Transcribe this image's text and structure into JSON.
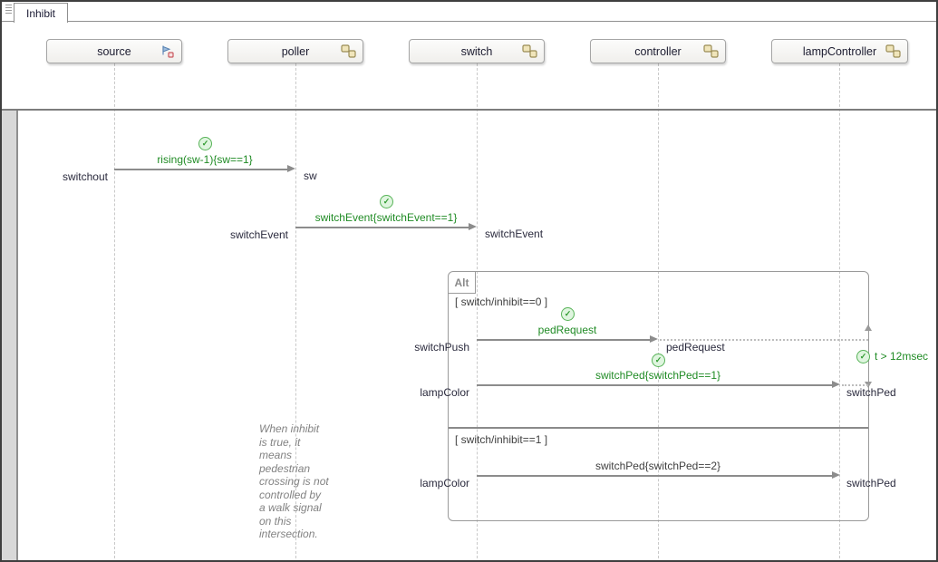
{
  "tab": {
    "title": "Inhibit"
  },
  "lifelines": [
    {
      "name": "source",
      "icon": "source-block-icon"
    },
    {
      "name": "poller",
      "icon": "subsystem-icon"
    },
    {
      "name": "switch",
      "icon": "subsystem-icon"
    },
    {
      "name": "controller",
      "icon": "subsystem-icon"
    },
    {
      "name": "lampController",
      "icon": "subsystem-icon"
    }
  ],
  "messages": [
    {
      "label": "rising(sw-1){sw==1}",
      "from": "source",
      "to": "poller",
      "source_event": "switchout",
      "target_event": "sw",
      "status": "pass"
    },
    {
      "label": "switchEvent{switchEvent==1}",
      "from": "poller",
      "to": "switch",
      "source_event": "switchEvent",
      "target_event": "switchEvent",
      "status": "pass"
    },
    {
      "label": "pedRequest",
      "from": "switch",
      "to": "controller",
      "source_event": "switchPush",
      "target_event": "pedRequest",
      "status": "pass"
    },
    {
      "label": "switchPed{switchPed==1}",
      "from": "switch",
      "to": "lampController",
      "source_event": "lampColor",
      "target_event": "switchPed",
      "status": "pass"
    },
    {
      "label": "switchPed{switchPed==2}",
      "from": "switch",
      "to": "lampController",
      "source_event": "lampColor",
      "target_event": "switchPed",
      "status": "not-evaluated"
    }
  ],
  "alt_fragment": {
    "operator": "Alt",
    "guards": [
      "[ switch/inhibit==0 ]",
      "[ switch/inhibit==1 ]"
    ]
  },
  "duration_constraint": {
    "label": "t > 12msec",
    "status": "pass"
  },
  "note": {
    "text": "When inhibit\nis true, it\nmeans\npedestrian\ncrossing is not\ncontrolled by\na walk signal\non this\nintersection."
  },
  "glyphs": {
    "check": "✓"
  },
  "colors": {
    "pass_green": "#1f8b24",
    "arrow_gray": "#8c8c8c",
    "lifeline_gray": "#c9c9c9",
    "note_gray": "#828282",
    "fragment_border": "#9a9a9a"
  }
}
